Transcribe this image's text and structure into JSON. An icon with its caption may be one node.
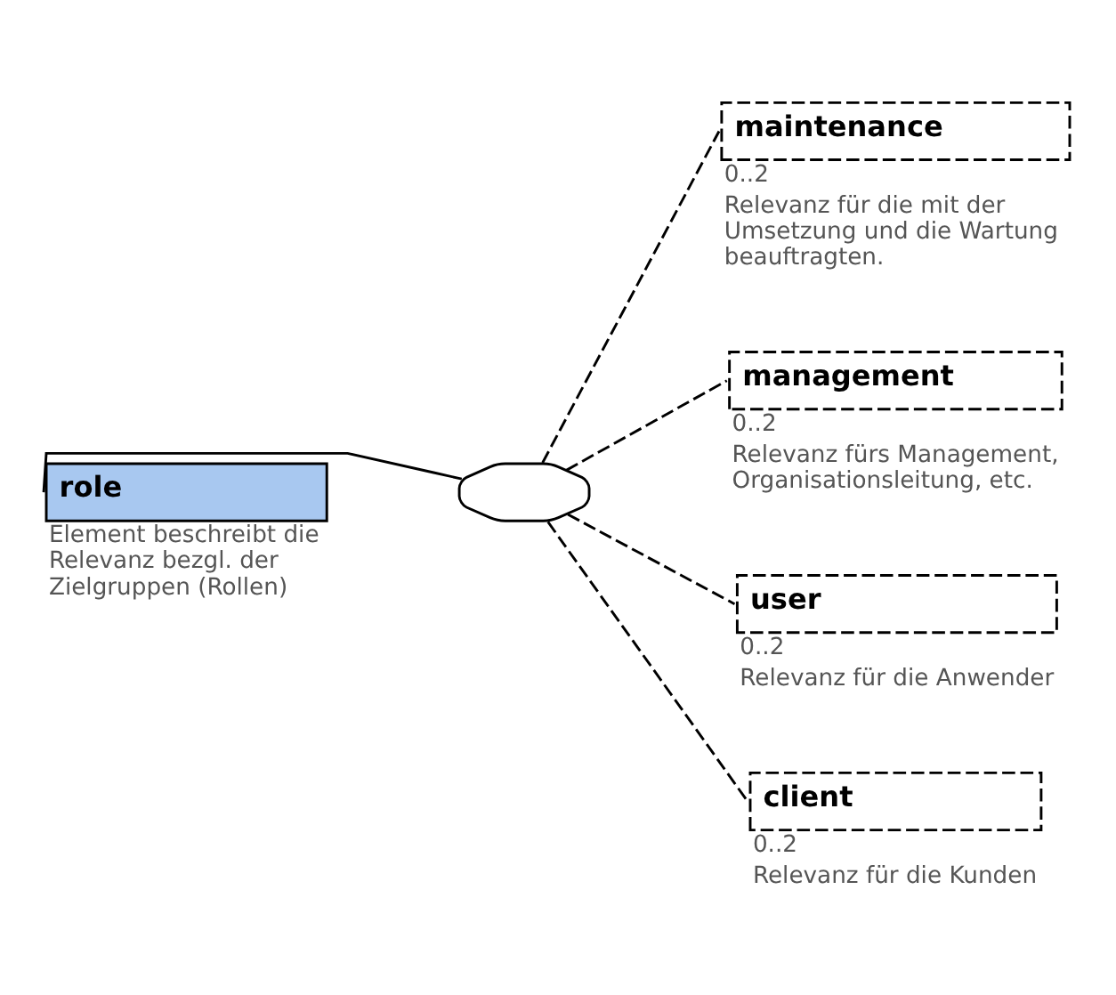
{
  "diagram": {
    "nodes": [
      {
        "text": [
          "role"
        ],
        "beside": [
          "Element beschreibt die Relevanz bezgl. der Zielgruppen (Rollen)"
        ]
      },
      {
        "text": [],
        "shape": "octagon"
      },
      {
        "text": [
          "maintenance"
        ],
        "beside": [
          "0..2",
          "Relevanz für die mit der Umsetzung und die Wartung beauftragten."
        ]
      },
      {
        "text": [
          "management"
        ],
        "beside": [
          "0..2",
          "Relevanz fürs Management, Organisationsleitung, etc."
        ]
      },
      {
        "text": [
          "user"
        ],
        "beside": [
          "0..2",
          "Relevanz für die Anwender"
        ]
      },
      {
        "text": [
          "client"
        ],
        "beside": [
          "0..2",
          "Relevanz für die Kunden"
        ]
      }
    ],
    "edges": [
      {
        "from": 0,
        "to": 1,
        "arrow": "none"
      },
      {
        "from": 1,
        "to": 2,
        "arrow": "none",
        "style": "dashed"
      },
      {
        "from": 1,
        "to": 3,
        "arrow": "none",
        "style": "dashed"
      },
      {
        "from": 1,
        "to": 4,
        "arrow": "none",
        "style": "dashed"
      },
      {
        "from": 1,
        "to": 5,
        "arrow": "none",
        "style": "dashed"
      }
    ]
  }
}
